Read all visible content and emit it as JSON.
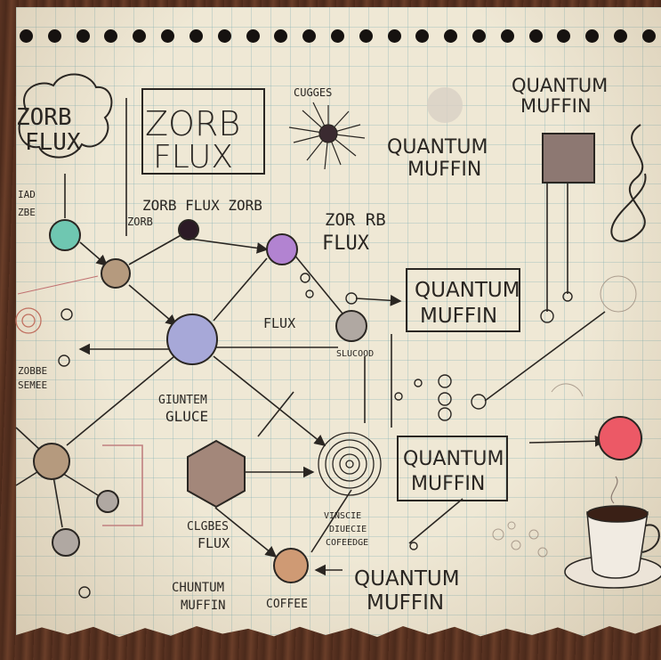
{
  "labels": {
    "zorb_flux_cloud_1": "ZORB",
    "zorb_flux_cloud_2": "FLUX",
    "zorb_flux_box_1": "ZORB",
    "zorb_flux_box_2": "FLUX",
    "top_scribble": "CUGGES",
    "quantum_muffin_top_right_1": "QUANTUM",
    "quantum_muffin_top_right_2": "MUFFIN",
    "quantum_muffin_mid_1": "QUANTUM",
    "quantum_muffin_mid_2": "MUFFIN",
    "left_scribble_1": "IAD",
    "left_scribble_2": "ZBE",
    "zorb_flux_zorb": "ZORB FLUX ZORB",
    "zorb_small": "ZORB",
    "zorrb_1": "ZOR RB",
    "zorrb_2": "FLUX",
    "flux_small": "FLUX",
    "quantum_muffin_box_right_1": "QUANTUM",
    "quantum_muffin_box_right_2": "MUFFIN",
    "left_scribble_3": "ZOBBE",
    "left_scribble_4": "SEMEE",
    "scribble_mid": "SLUCOOD",
    "giuntem_1": "GIUNTEM",
    "giuntem_2": "GLUCE",
    "quantum_muffin_box_low_1": "QUANTUM",
    "quantum_muffin_box_low_2": "MUFFIN",
    "clgbes_1": "CLGBES",
    "clgbes_2": "FLUX",
    "chuntum_1": "CHUNTUM",
    "chuntum_2": "MUFFIN",
    "coffee": "COFFEE",
    "vinscie_1": "VINSCIE",
    "vinscie_2": "DIUECIE",
    "vinscie_3": "COFEEDGE",
    "quantum_muffin_bottom_1": "QUANTUM",
    "quantum_muffin_bottom_2": "MUFFIN"
  },
  "colors": {
    "ink": "#2a2622",
    "teal": "#6fc7b1",
    "tan": "#b59a7e",
    "dark": "#2c1a26",
    "purple": "#b283d1",
    "periwinkle": "#a7a8d8",
    "grey": "#b0a8a2",
    "hexagon": "#a3877a",
    "square": "#8d7872",
    "peach": "#cf9a74",
    "red": "#ec5966",
    "coffee_cup": "#f1ebe2",
    "coffee": "#3a2016"
  }
}
